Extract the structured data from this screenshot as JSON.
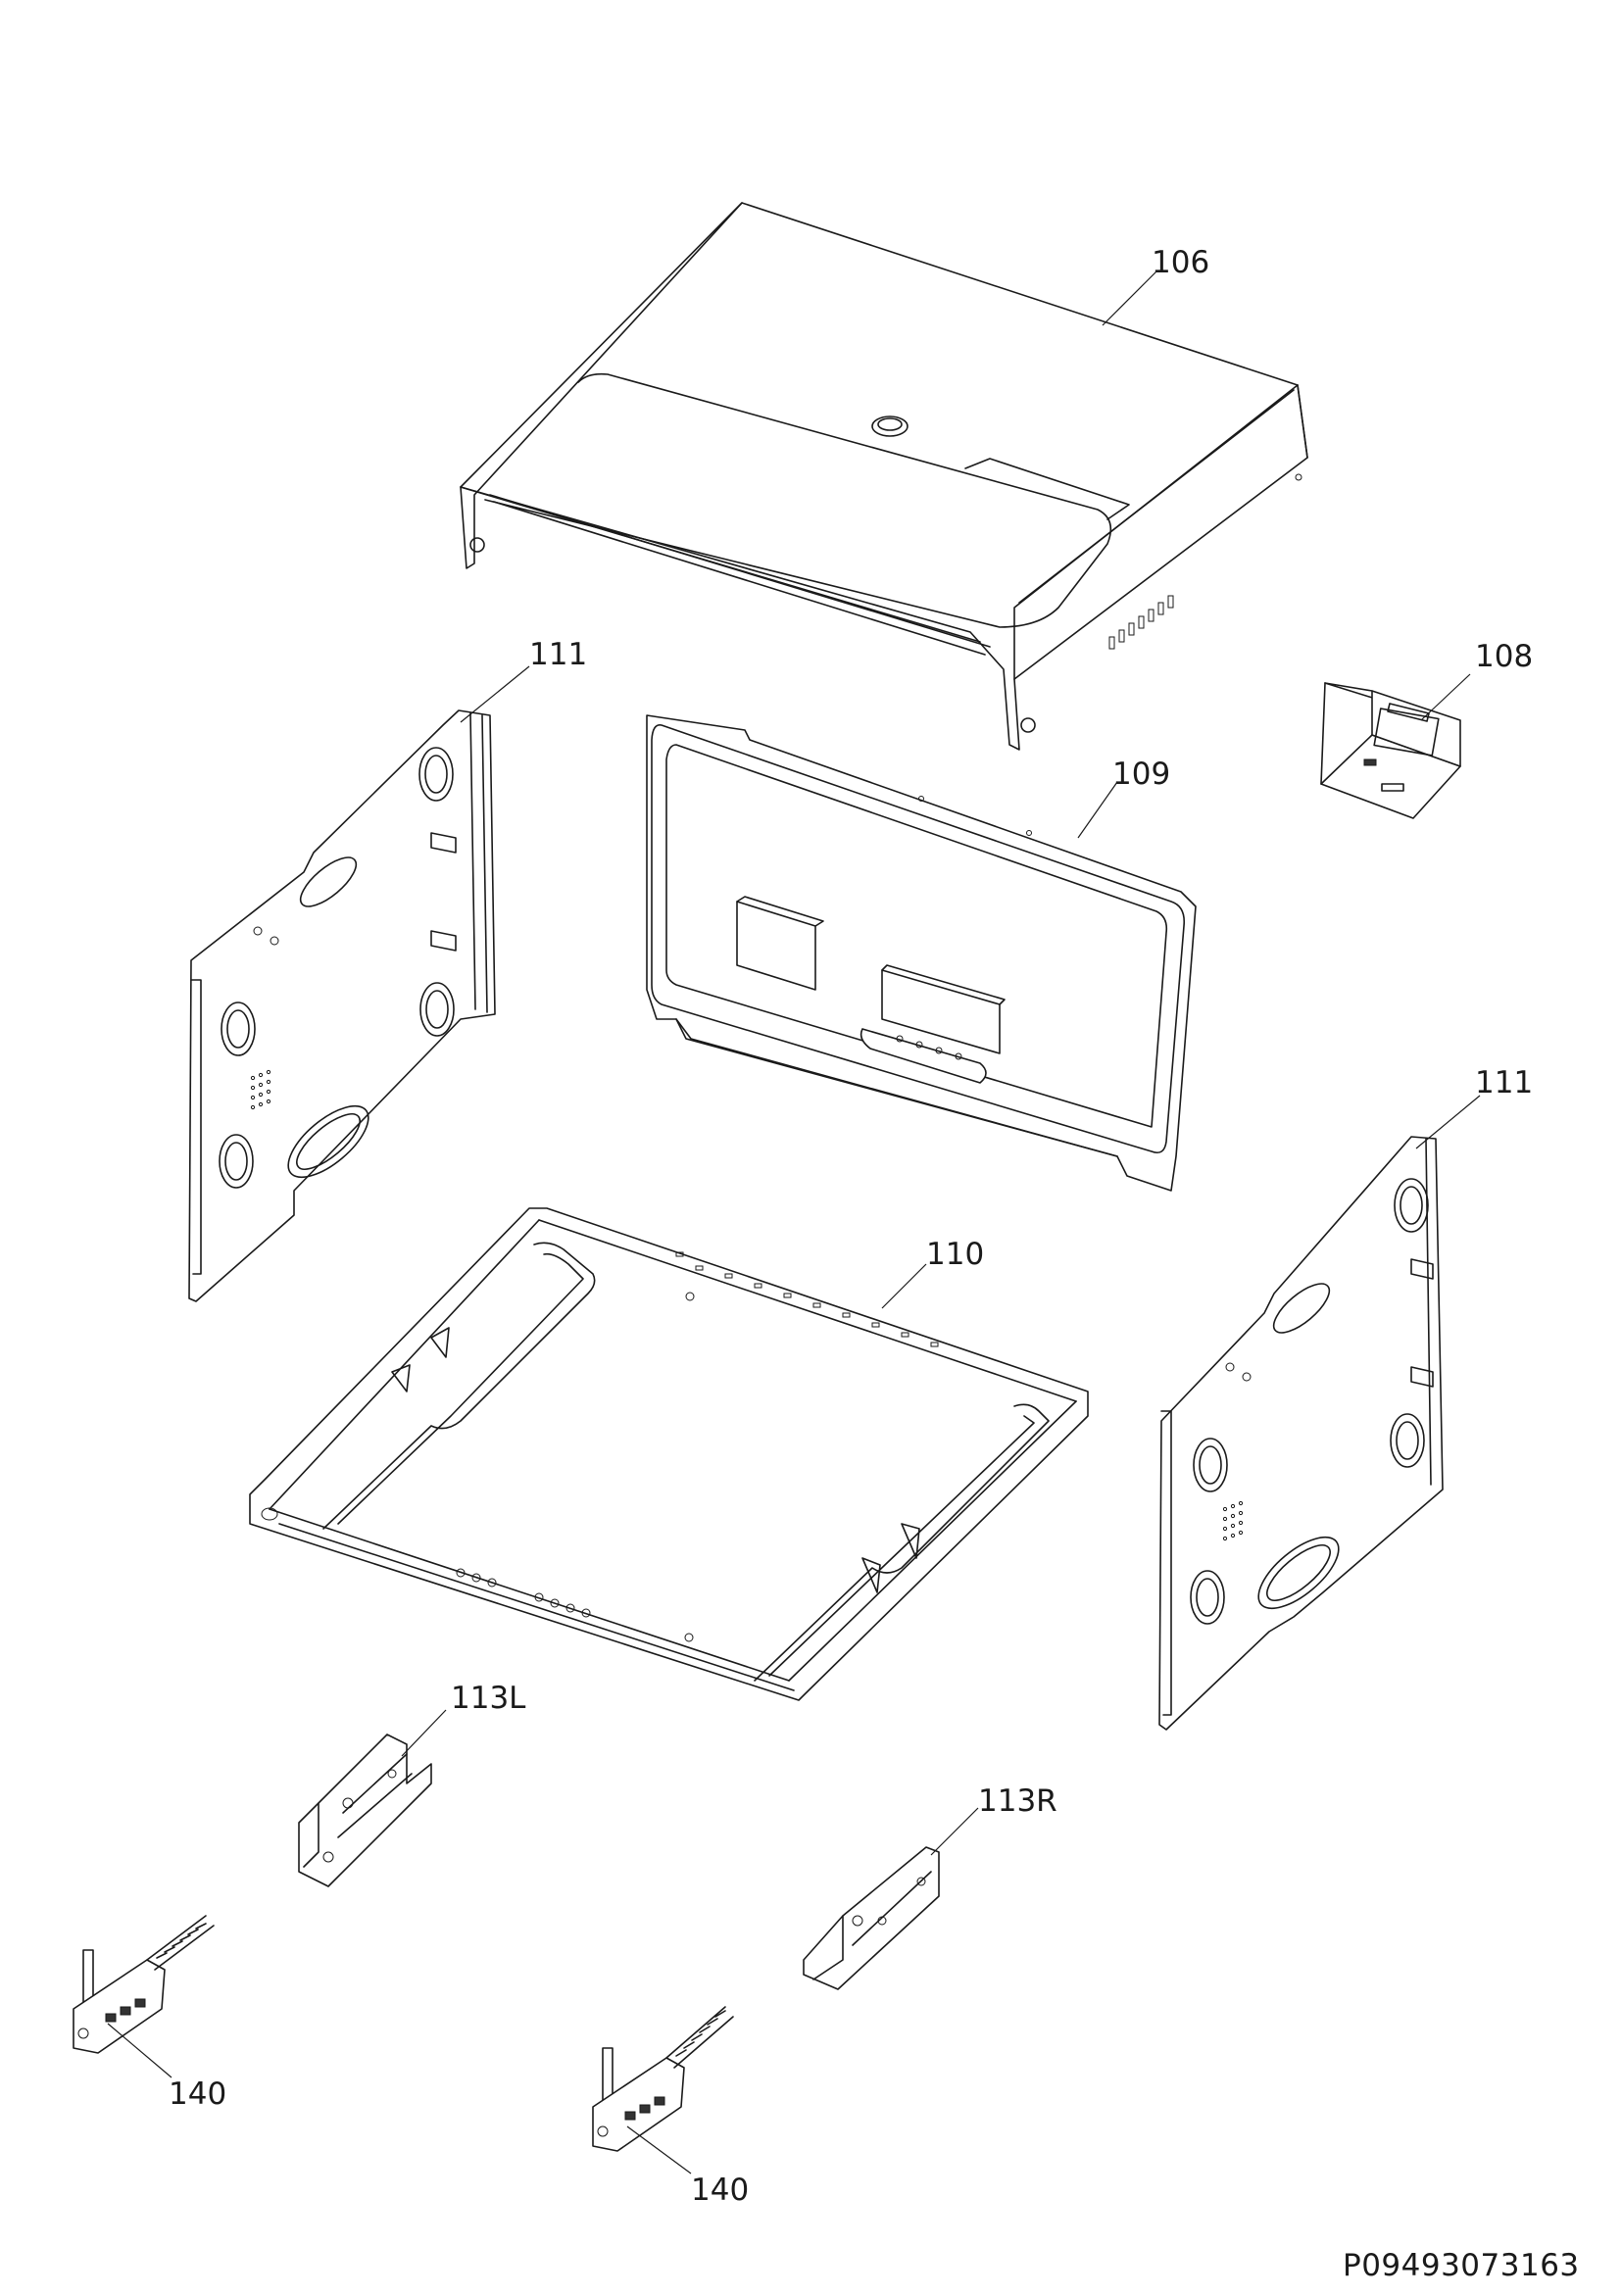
{
  "drawing": {
    "code": "P09493073163",
    "callouts": {
      "top_cover": "106",
      "bracket": "108",
      "back_panel": "109",
      "bottom_frame": "110",
      "side_panel_left": "111",
      "side_panel_right": "111",
      "runner_left": "113L",
      "runner_right": "113R",
      "hinge_left": "140",
      "hinge_right": "140"
    }
  }
}
